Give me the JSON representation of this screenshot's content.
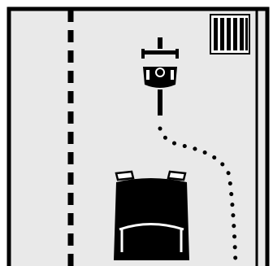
{
  "scene": {
    "description_icon_names": [
      "road-frame",
      "lane-divider-dashed",
      "right-edge-line",
      "crosswalk-icon",
      "cyclist-icon",
      "path-solid-line",
      "path-dotted-line",
      "truck-cab-icon"
    ],
    "colors": {
      "background": "#e9e9e9",
      "ink": "#000000",
      "highlight": "#ffffff"
    }
  }
}
